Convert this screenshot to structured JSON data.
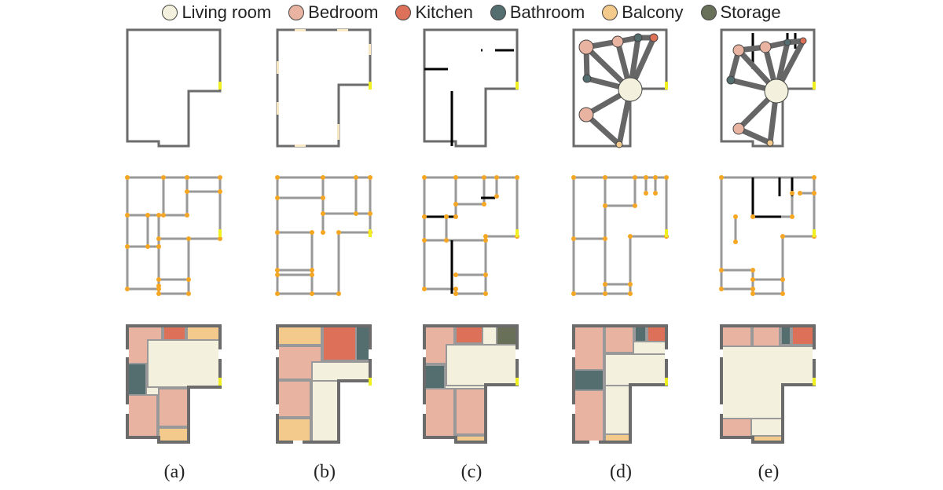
{
  "legend": [
    {
      "label": "Living room",
      "color": "#f3f0dd"
    },
    {
      "label": "Bedroom",
      "color": "#e8b3a0"
    },
    {
      "label": "Kitchen",
      "color": "#dc7058"
    },
    {
      "label": "Bathroom",
      "color": "#546e70"
    },
    {
      "label": "Balcony",
      "color": "#f3ca8c"
    },
    {
      "label": "Storage",
      "color": "#68705a"
    }
  ],
  "captions": [
    "(a)",
    "(b)",
    "(c)",
    "(d)",
    "(e)"
  ],
  "colors": {
    "outline": "#6b6b6b",
    "wall": "#999999",
    "input_wall": "#000000",
    "corner": "#f5a623",
    "door": "#f0f020",
    "window": "#f7e7c4",
    "edge": "#666666"
  }
}
